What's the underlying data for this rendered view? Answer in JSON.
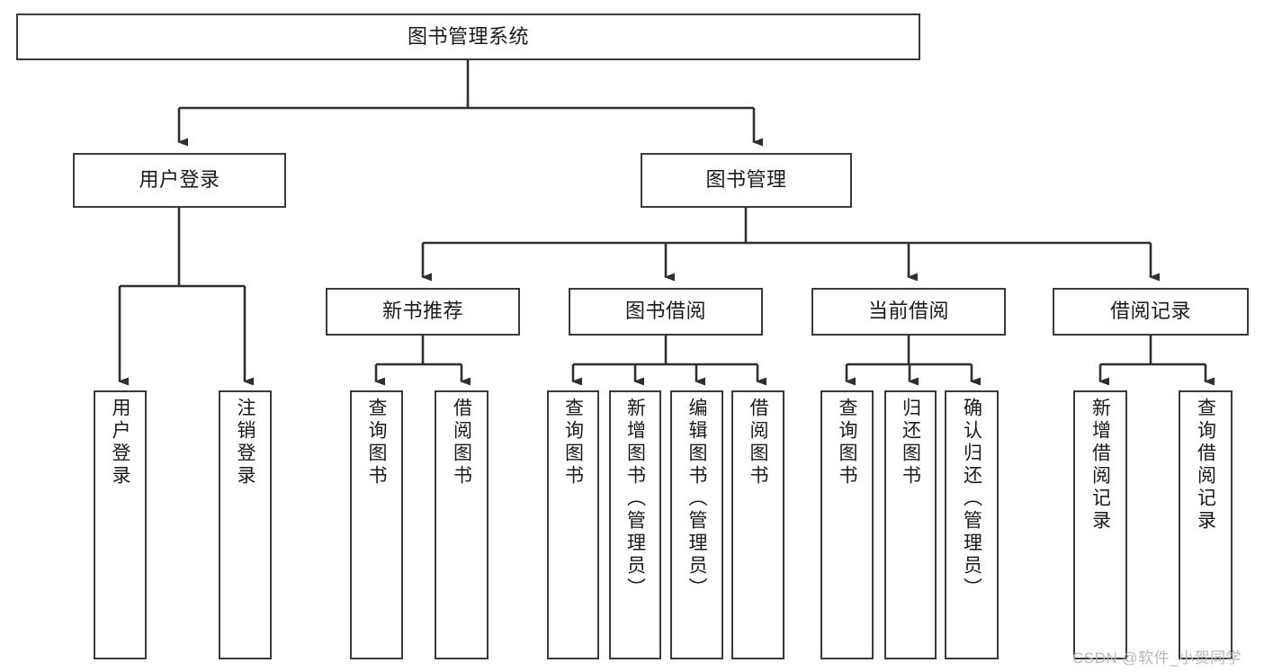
{
  "diagram": {
    "title": "图书管理系统",
    "type": "tree-hierarchy-diagram",
    "colors": {
      "box_border": "#3a3a3a",
      "box_fill": "#ffffff",
      "connector": "#2f2f2f",
      "text": "#1a1a1a",
      "watermark": "#b9b9b9",
      "background": "#ffffff"
    },
    "nodes": {
      "root": {
        "label": "图书管理系统"
      },
      "level2": [
        {
          "id": "user-login",
          "label": "用户登录"
        },
        {
          "id": "book-management",
          "label": "图书管理"
        }
      ],
      "level3": [
        {
          "id": "new-book-recommend",
          "label": "新书推荐"
        },
        {
          "id": "book-borrow",
          "label": "图书借阅"
        },
        {
          "id": "current-borrow",
          "label": "当前借阅"
        },
        {
          "id": "borrow-record",
          "label": "借阅记录"
        }
      ],
      "leaves": {
        "user-login": [
          {
            "id": "leaf-user-login",
            "label": "用户登录"
          },
          {
            "id": "leaf-logout",
            "label": "注销登录"
          }
        ],
        "new-book-recommend": [
          {
            "id": "leaf-query-book-1",
            "label": "查询图书"
          },
          {
            "id": "leaf-borrow-book-1",
            "label": "借阅图书"
          }
        ],
        "book-borrow": [
          {
            "id": "leaf-query-book-2",
            "label": "查询图书"
          },
          {
            "id": "leaf-add-book",
            "label": "新增图书（管理员）"
          },
          {
            "id": "leaf-edit-book",
            "label": "编辑图书（管理员）"
          },
          {
            "id": "leaf-borrow-book-2",
            "label": "借阅图书"
          }
        ],
        "current-borrow": [
          {
            "id": "leaf-query-book-3",
            "label": "查询图书"
          },
          {
            "id": "leaf-return-book",
            "label": "归还图书"
          },
          {
            "id": "leaf-confirm-return",
            "label": "确认归还（管理员）"
          }
        ],
        "borrow-record": [
          {
            "id": "leaf-add-record",
            "label": "新增借阅记录"
          },
          {
            "id": "leaf-query-record",
            "label": "查询借阅记录"
          }
        ]
      }
    },
    "watermark": "CSDN @软件_小贺同学"
  }
}
